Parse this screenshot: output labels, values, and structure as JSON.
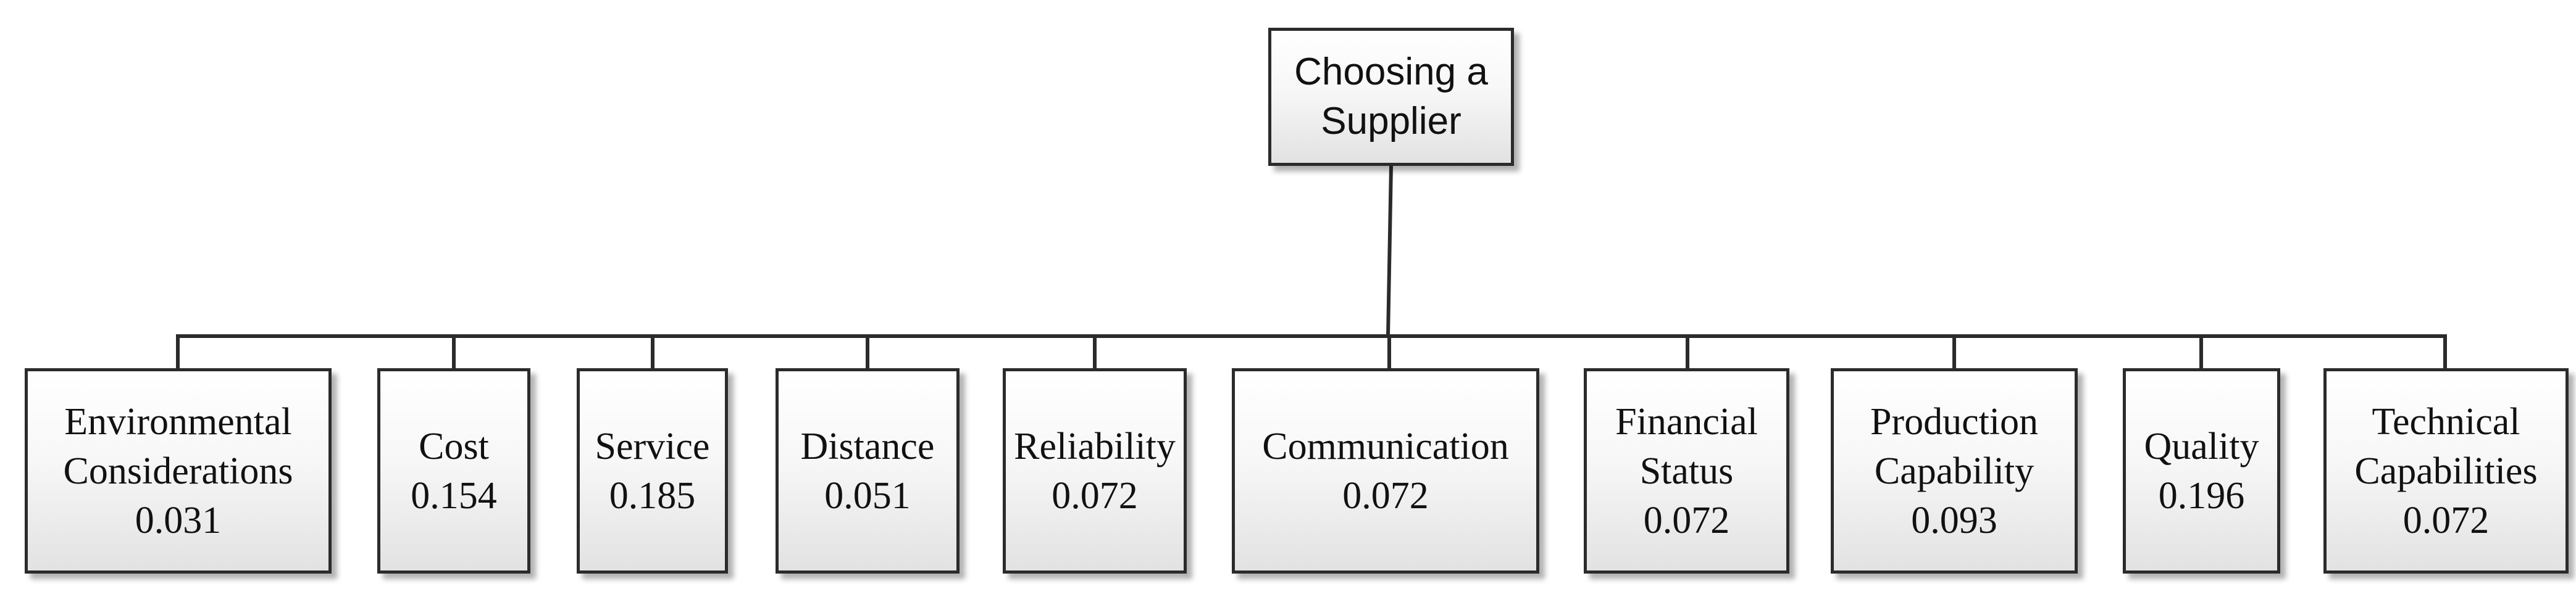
{
  "root": {
    "line1": "Choosing a",
    "line2": "Supplier"
  },
  "criteria": [
    {
      "name_lines": [
        "Environmental",
        "Considerations"
      ],
      "weight": "0.031"
    },
    {
      "name_lines": [
        "Cost"
      ],
      "weight": "0.154"
    },
    {
      "name_lines": [
        "Service"
      ],
      "weight": "0.185"
    },
    {
      "name_lines": [
        "Distance"
      ],
      "weight": "0.051"
    },
    {
      "name_lines": [
        "Reliability"
      ],
      "weight": "0.072"
    },
    {
      "name_lines": [
        "Communication"
      ],
      "weight": "0.072"
    },
    {
      "name_lines": [
        "Financial",
        "Status"
      ],
      "weight": "0.072"
    },
    {
      "name_lines": [
        "Production",
        "Capability"
      ],
      "weight": "0.093"
    },
    {
      "name_lines": [
        "Quality"
      ],
      "weight": "0.196"
    },
    {
      "name_lines": [
        "Technical",
        "Capabilities"
      ],
      "weight": "0.072"
    }
  ]
}
